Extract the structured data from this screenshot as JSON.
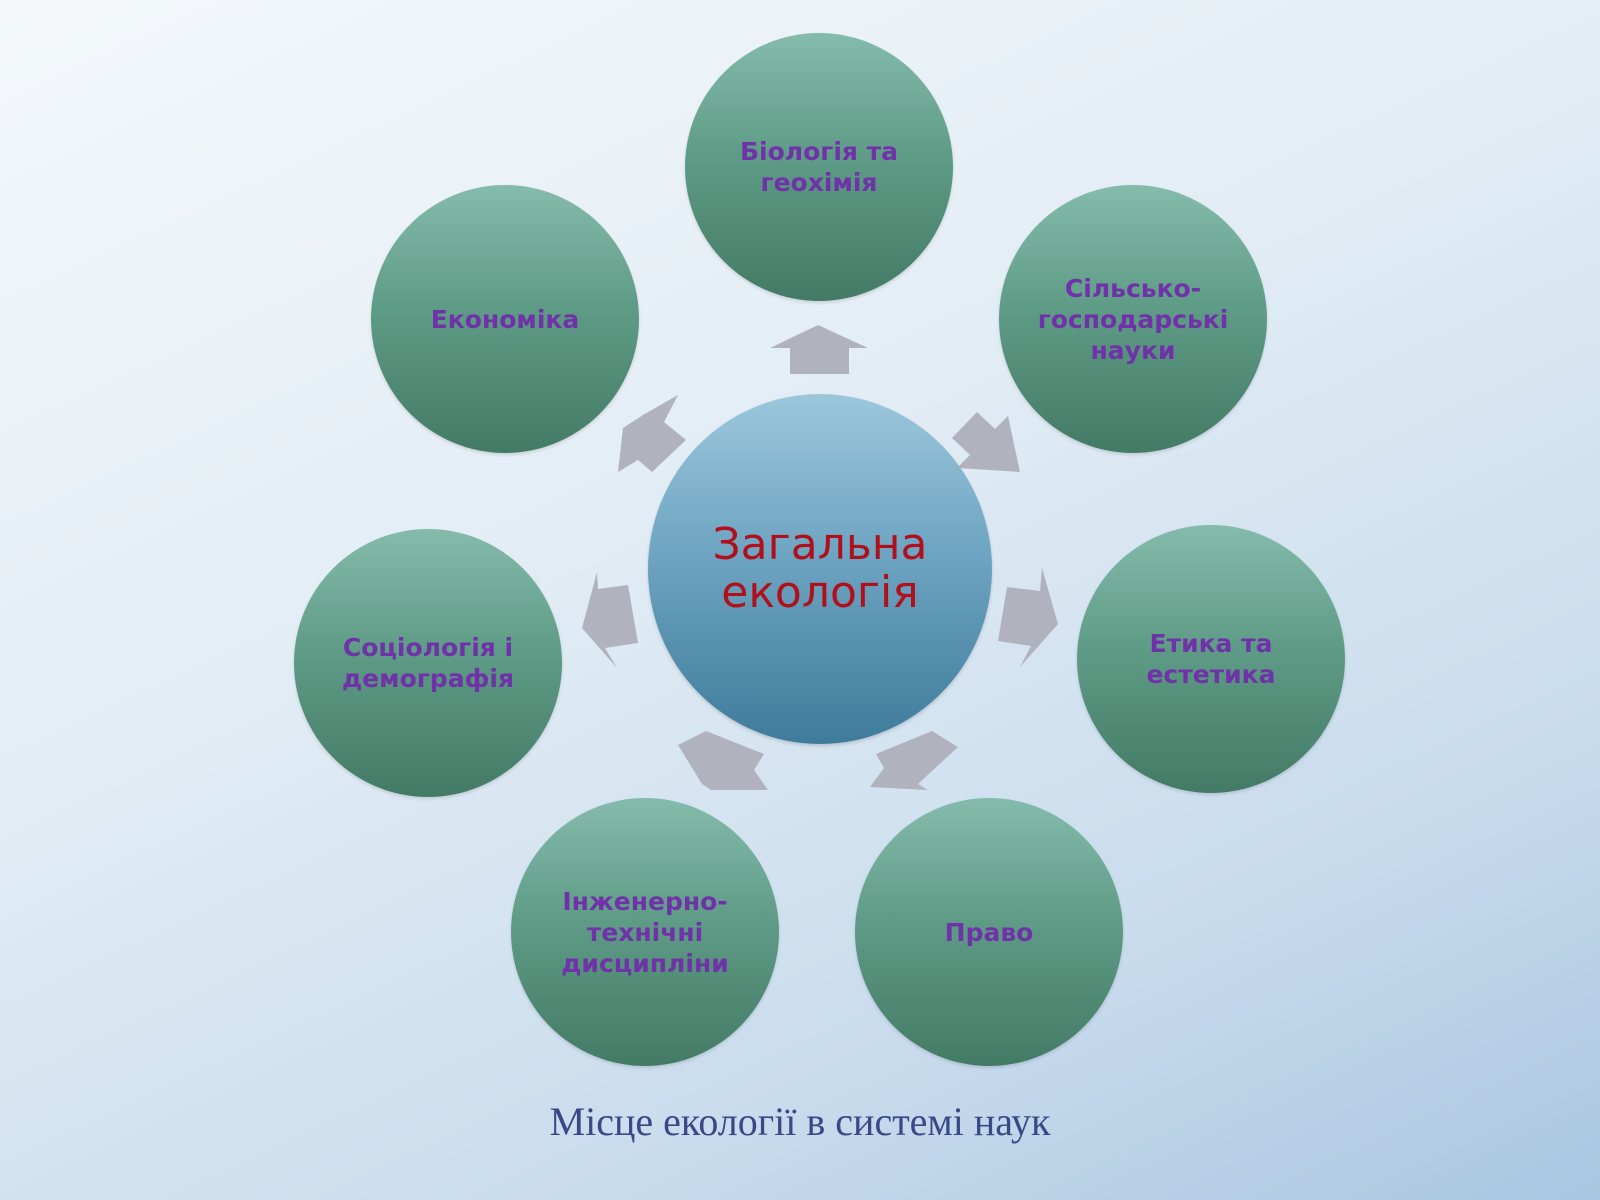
{
  "diagram": {
    "center": {
      "label": "Загальна екологія"
    },
    "nodes": [
      {
        "id": "biology",
        "label": "Біологія та геохімія"
      },
      {
        "id": "agriculture",
        "label": "Сільсько-господарські науки"
      },
      {
        "id": "ethics",
        "label": "Етика та естетика"
      },
      {
        "id": "law",
        "label": "Право"
      },
      {
        "id": "engineering",
        "label": "Інженерно-технічні дисципліни"
      },
      {
        "id": "sociology",
        "label": "Соціологія і демографія"
      },
      {
        "id": "economics",
        "label": "Економіка"
      }
    ],
    "arrow_color": "#b0b3bd",
    "node_color": "#5f9c87",
    "center_color": "#6ea5c2",
    "node_text_color": "#7032a8",
    "center_text_color": "#b0101c"
  },
  "caption": "Місце екології в системі наук"
}
